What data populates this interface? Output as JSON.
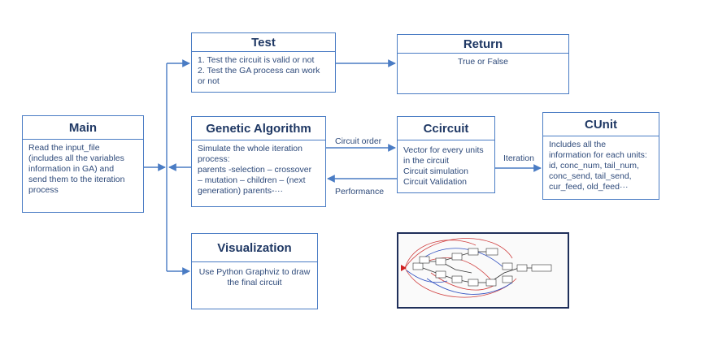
{
  "boxes": {
    "main": {
      "title": "Main",
      "lines": [
        "Read the input_file",
        "(includes all the variables",
        "information in GA) and",
        "send them to the iteration",
        "process"
      ]
    },
    "test": {
      "title": "Test",
      "lines": [
        "1.  Test the circuit is valid or not",
        "2.  Test the GA process can work",
        "or not"
      ]
    },
    "return": {
      "title": "Return",
      "lines": [
        "True or False"
      ]
    },
    "ga": {
      "title": "Genetic Algorithm",
      "lines": [
        "Simulate the whole iteration",
        "process:",
        "parents -selection – crossover",
        "– mutation – children – (next",
        "generation) parents-···"
      ]
    },
    "ccircuit": {
      "title": "Ccircuit",
      "lines": [
        "Vector for every units",
        "in the circuit",
        "Circuit simulation",
        "Circuit Validation"
      ]
    },
    "cunit": {
      "title": "CUnit",
      "lines": [
        "Includes all the",
        "information for each units:",
        "id, conc_num, tail_num,",
        "conc_send, tail_send,",
        "cur_feed, old_feed···"
      ]
    },
    "vis": {
      "title": "Visualization",
      "lines": [
        "Use Python Graphviz to draw",
        "the final circuit"
      ]
    }
  },
  "edge_labels": {
    "circuit_order": "Circuit order",
    "performance": "Performance",
    "iteration": "Iteration"
  },
  "colors": {
    "box_border": "#4a7cc4",
    "arrow": "#4a7cc4",
    "title_text": "#1f3864",
    "graph_frame": "#1f2f5a"
  }
}
